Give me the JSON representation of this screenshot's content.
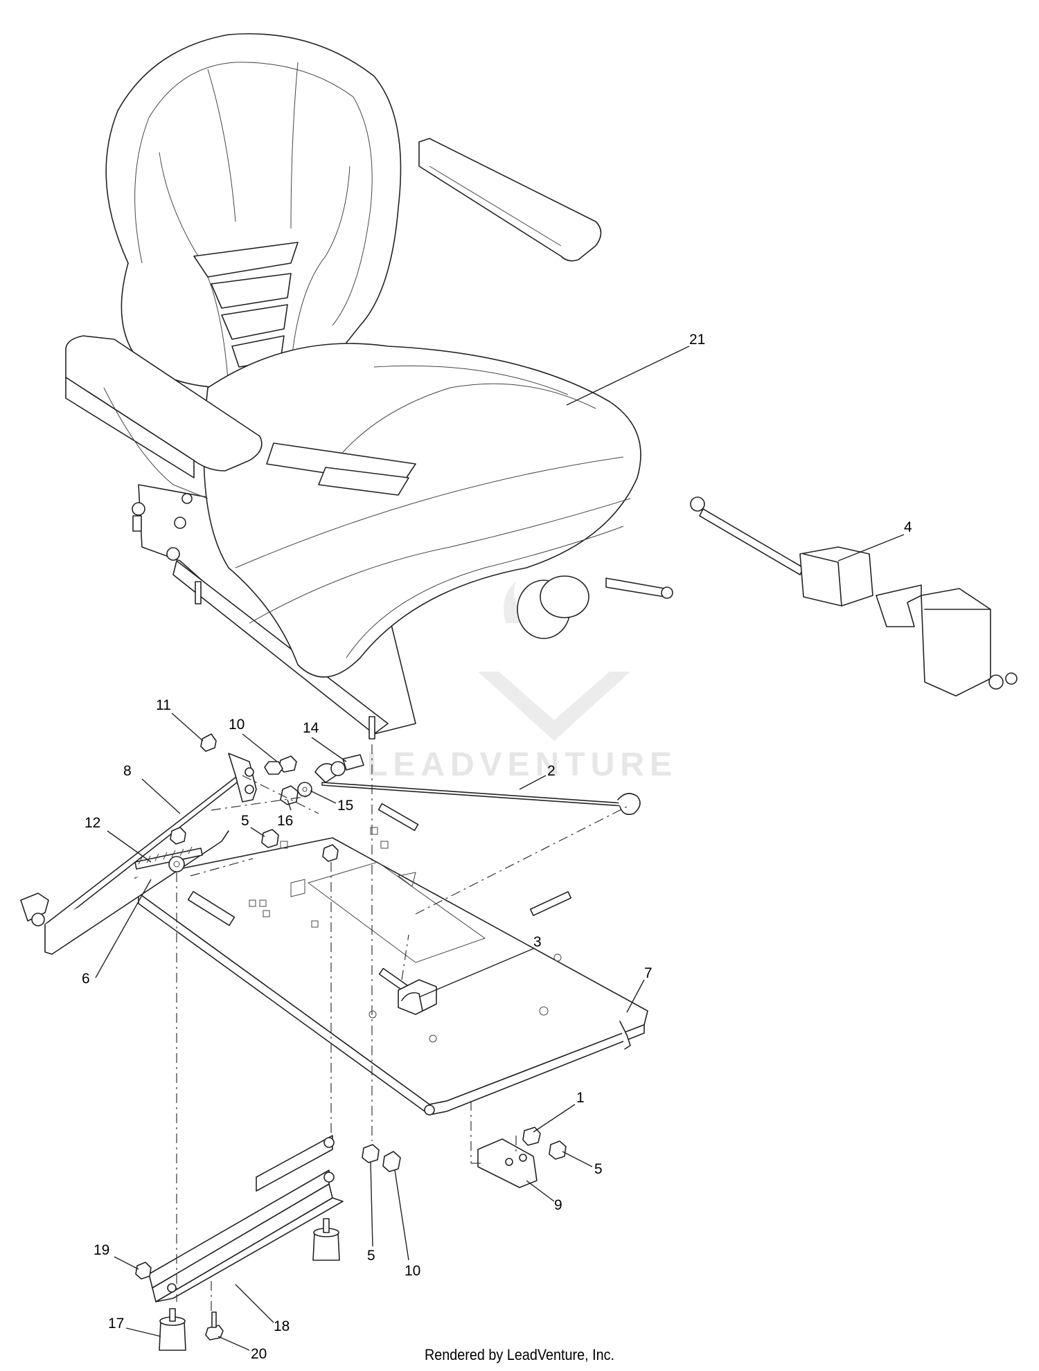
{
  "watermark": {
    "text": "LEADVENTURE"
  },
  "footer": {
    "text": "Rendered by LeadVenture, Inc."
  },
  "callouts": [
    {
      "id": "c21",
      "label": "21"
    },
    {
      "id": "c4",
      "label": "4"
    },
    {
      "id": "c11",
      "label": "11"
    },
    {
      "id": "c10a",
      "label": "10"
    },
    {
      "id": "c14",
      "label": "14"
    },
    {
      "id": "c2",
      "label": "2"
    },
    {
      "id": "c8",
      "label": "8"
    },
    {
      "id": "c15",
      "label": "15"
    },
    {
      "id": "c16",
      "label": "16"
    },
    {
      "id": "c12",
      "label": "12"
    },
    {
      "id": "c5a",
      "label": "5"
    },
    {
      "id": "c3",
      "label": "3"
    },
    {
      "id": "c6",
      "label": "6"
    },
    {
      "id": "c7",
      "label": "7"
    },
    {
      "id": "c1",
      "label": "1"
    },
    {
      "id": "c5b",
      "label": "5"
    },
    {
      "id": "c9",
      "label": "9"
    },
    {
      "id": "c5c",
      "label": "5"
    },
    {
      "id": "c10b",
      "label": "10"
    },
    {
      "id": "c19",
      "label": "19"
    },
    {
      "id": "c18",
      "label": "18"
    },
    {
      "id": "c17",
      "label": "17"
    },
    {
      "id": "c20",
      "label": "20"
    }
  ]
}
